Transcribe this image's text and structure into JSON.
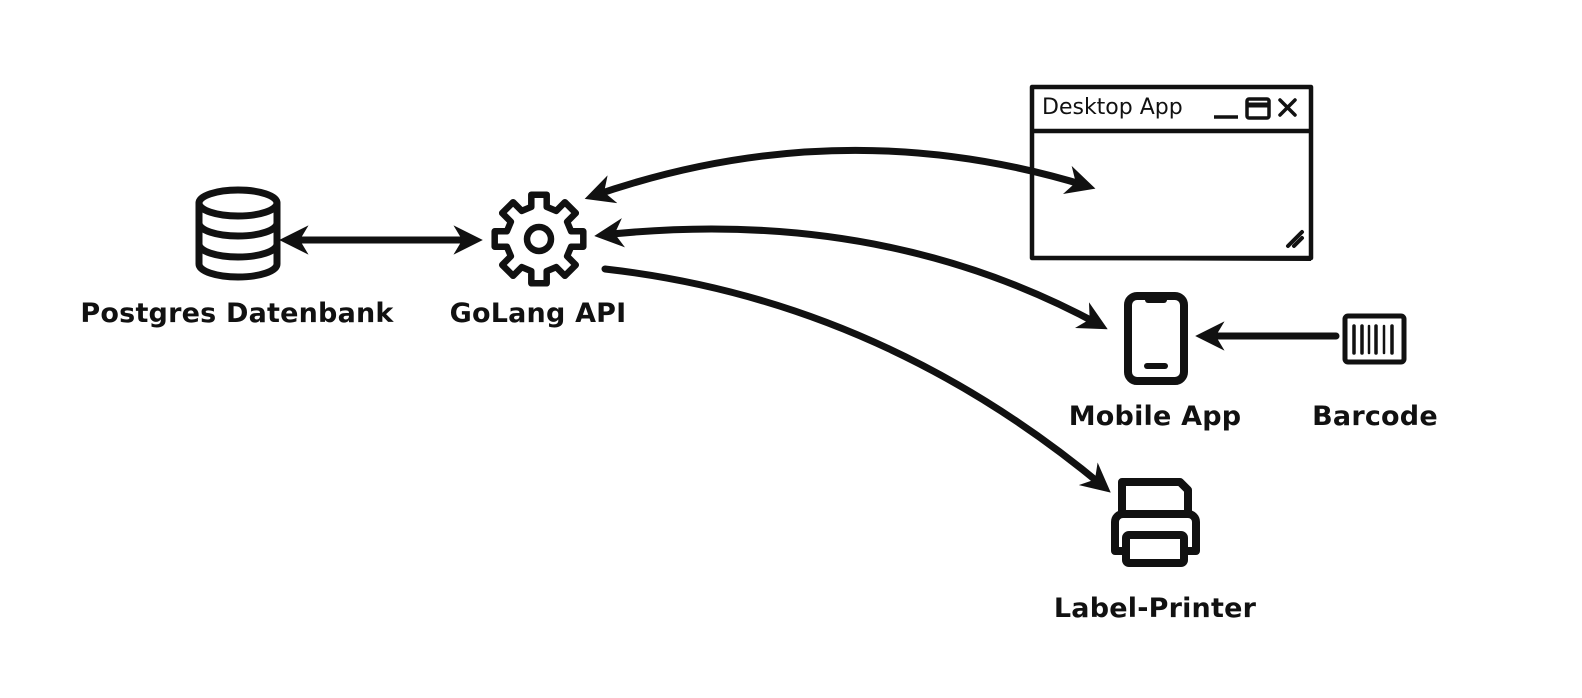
{
  "diagram": {
    "nodes": {
      "database": {
        "label": "Postgres Datenbank",
        "icon": "database-icon"
      },
      "api": {
        "label": "GoLang API",
        "icon": "gear-icon"
      },
      "desktop": {
        "title": "Desktop App",
        "icon": "window-icon"
      },
      "mobile": {
        "label": "Mobile App",
        "icon": "smartphone-icon"
      },
      "barcode": {
        "label": "Barcode",
        "icon": "barcode-icon"
      },
      "printer": {
        "label": "Label-Printer",
        "icon": "printer-icon"
      }
    },
    "edges": [
      {
        "from": "database",
        "to": "api",
        "direction": "both"
      },
      {
        "from": "api",
        "to": "desktop",
        "direction": "both"
      },
      {
        "from": "api",
        "to": "mobile",
        "direction": "both"
      },
      {
        "from": "api",
        "to": "printer",
        "direction": "forward"
      },
      {
        "from": "barcode",
        "to": "mobile",
        "direction": "forward"
      }
    ],
    "colors": {
      "stroke": "#111111",
      "background": "#ffffff"
    }
  }
}
